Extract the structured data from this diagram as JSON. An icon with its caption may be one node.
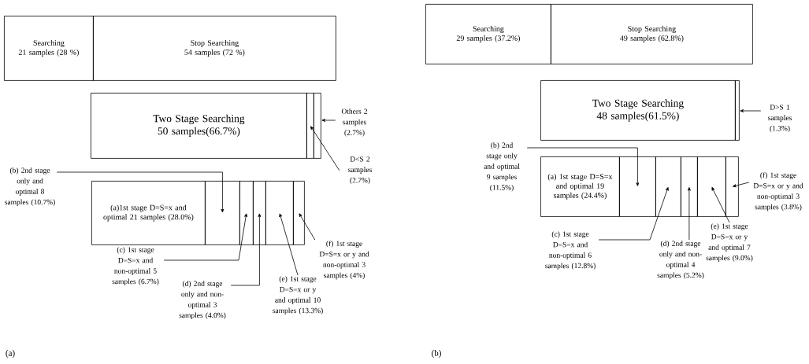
{
  "diagram": {
    "nodes": [
      {
        "text": [
          "Searching",
          "21 samples (28 %)"
        ]
      },
      {
        "text": [
          "Stop Searching",
          "54 samples (72 %)"
        ]
      },
      {
        "text": [
          "Two Stage Searching",
          "50 samples(66.7%)"
        ]
      },
      {
        "text": [],
        "shape": "box"
      },
      {
        "text": [],
        "shape": "box"
      },
      {
        "text": [
          "Others 2 samples (2.7%)"
        ]
      },
      {
        "text": [
          "D<S 2 samples (2.7%)"
        ]
      },
      {
        "text": [
          "(a)1st stage D=S=x and optimal 21 samples (28.0%)"
        ]
      },
      {
        "text": [],
        "shape": "box"
      },
      {
        "text": [],
        "shape": "box"
      },
      {
        "text": [],
        "shape": "box"
      },
      {
        "text": [],
        "shape": "box"
      },
      {
        "text": [],
        "shape": "box"
      },
      {
        "text": [
          "(b) 2nd stage only and optimal 8 samples (10.7%)"
        ]
      },
      {
        "text": [
          "(c) 1st stage D=S=x and non-optimal 5 samples (6.7%)"
        ]
      },
      {
        "text": [
          "(d) 2nd stage only and non-optimal 3 samples (4.0%)"
        ]
      },
      {
        "text": [
          "(e) 1st stage D=S=x or y and optimal 10 samples (13.3%)"
        ]
      },
      {
        "text": [
          "(f) 1st stage D=S=x or y and non-optimal 3 samples (4%)"
        ]
      },
      {
        "text": [
          "Searching",
          "29 samples (37.2%)"
        ]
      },
      {
        "text": [
          "Stop Searching",
          "49 samples (62.8%)"
        ]
      },
      {
        "text": [
          "Two Stage Searching",
          "48 samples(61.5%)"
        ]
      },
      {
        "text": [],
        "shape": "box"
      },
      {
        "text": [
          "D>S 1 samples (1.3%)"
        ]
      },
      {
        "text": [
          "(a) 1st stage D=S=x and optimal 19 samples (24.4%)"
        ]
      },
      {
        "text": [],
        "shape": "box"
      },
      {
        "text": [],
        "shape": "box"
      },
      {
        "text": [],
        "shape": "box"
      },
      {
        "text": [],
        "shape": "box"
      },
      {
        "text": [],
        "shape": "box"
      },
      {
        "text": [
          "(b) 2nd stage only and optimal 9 samples (11.5%)"
        ]
      },
      {
        "text": [
          "(c) 1st stage D=S=x and non-optimal 6 samples (12.8%)"
        ]
      },
      {
        "text": [
          "(d) 2nd stage only and non-optimal 4 samples (5.2%)"
        ]
      },
      {
        "text": [
          "(e) 1st stage D=S=x or y and optimal 7 samples (9.0%)"
        ]
      },
      {
        "text": [
          "(f) 1st stage D=S=x or y and non-optimal 3 samples (3.8%)"
        ]
      }
    ],
    "edges": [
      {
        "from": 5,
        "to": 4,
        "arrow": "to"
      },
      {
        "from": 6,
        "to": 3,
        "arrow": "to"
      },
      {
        "from": 13,
        "to": 8,
        "arrow": "to"
      },
      {
        "from": 14,
        "to": 9,
        "arrow": "to"
      },
      {
        "from": 15,
        "to": 10,
        "arrow": "to"
      },
      {
        "from": 16,
        "to": 11,
        "arrow": "to"
      },
      {
        "from": 17,
        "to": 12,
        "arrow": "to"
      },
      {
        "from": 22,
        "to": 21,
        "arrow": "to"
      },
      {
        "from": 29,
        "to": 24,
        "arrow": "to"
      },
      {
        "from": 30,
        "to": 25,
        "arrow": "to"
      },
      {
        "from": 31,
        "to": 26,
        "arrow": "to"
      },
      {
        "from": 32,
        "to": 27,
        "arrow": "to"
      },
      {
        "from": 33,
        "to": 28,
        "arrow": "to"
      }
    ],
    "labels": [
      "(a)",
      "(b)"
    ]
  }
}
